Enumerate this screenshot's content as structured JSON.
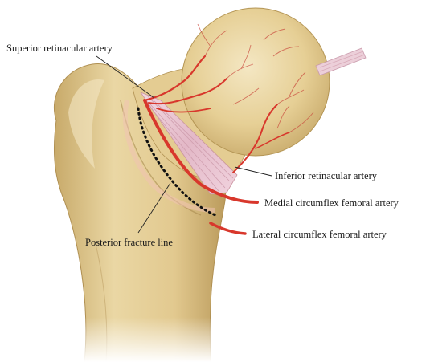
{
  "labels": {
    "superior_retinacular_artery": "Superior retinacular artery",
    "inferior_retinacular_artery": "Inferior retinacular artery",
    "medial_circumflex_femoral_artery": "Medial circumflex femoral artery",
    "lateral_circumflex_femoral_artery": "Lateral circumflex femoral artery",
    "posterior_fracture_line": "Posterior fracture line"
  },
  "colors": {
    "bone": "#e7d39e",
    "bone_shadow": "#c2a566",
    "bone_highlight": "#f5ead0",
    "artery": "#d8372c",
    "artery_dark": "#a82a21",
    "ligament": "#e9c8d4",
    "capsule": "#f0c7b8",
    "fracture_line": "#111111",
    "text": "#1a1a1a"
  }
}
